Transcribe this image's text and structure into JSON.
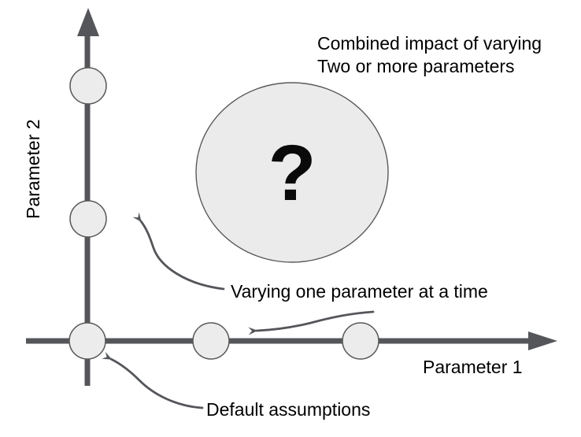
{
  "diagram": {
    "title": {
      "line1": "Combined impact of varying",
      "line2": "Two or more parameters"
    },
    "big_circle": {
      "label": "?"
    },
    "annotations": {
      "varying_one_parameter": "Varying one parameter at a time",
      "default_assumptions": "Default assumptions"
    },
    "axes": {
      "x_label": "Parameter 1",
      "y_label": "Parameter 2"
    },
    "colors": {
      "axis": "#54565a",
      "node_fill": "#ececec",
      "node_stroke": "#5a5a5a",
      "big_circle_fill": "#ebebeb",
      "text": "#000000",
      "background": "#ffffff"
    }
  }
}
